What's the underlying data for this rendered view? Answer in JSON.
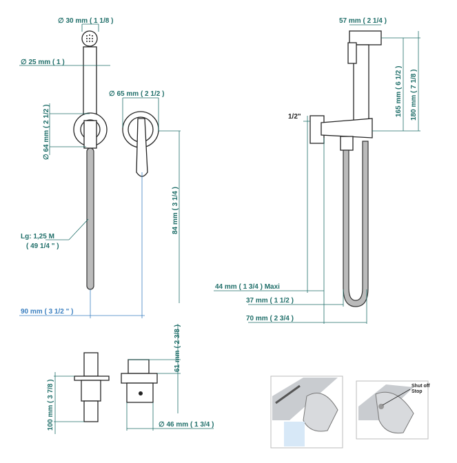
{
  "dimensions": {
    "head_diameter": "∅  30 mm ( 1 1/8 )",
    "handle_diameter": "∅  25 mm ( 1 )",
    "valve_diameter": "∅  65 mm ( 2 1/2 )",
    "holder_diameter": "∅  64 mm ( 2 1/2 )",
    "hose_length_line1": "Lg: 1,25 M",
    "hose_length_line2": "( 49 1/4 \" )",
    "valve_height": "84 mm ( 3 1/4 )",
    "width_90": "90 mm ( 3 1/2 \" )",
    "top_width_57": "57 mm ( 2 1/4 )",
    "height_165": "165 mm ( 6 1/2 )",
    "height_180": "180 mm ( 7 1/8 )",
    "thread": "1/2\"",
    "depth_44": "44 mm ( 1 3/4 )  Maxi",
    "depth_37": "37 mm ( 1 1/2 )",
    "depth_70": "70 mm ( 2 3/4 )",
    "height_61": "61 mm ( 2 3/8 )",
    "height_100": "100 mm ( 3 7/8 )",
    "width_46": "∅  46 mm ( 1 3/4 )"
  },
  "photos": {
    "callout": [
      "Shut off",
      "Stop"
    ]
  }
}
